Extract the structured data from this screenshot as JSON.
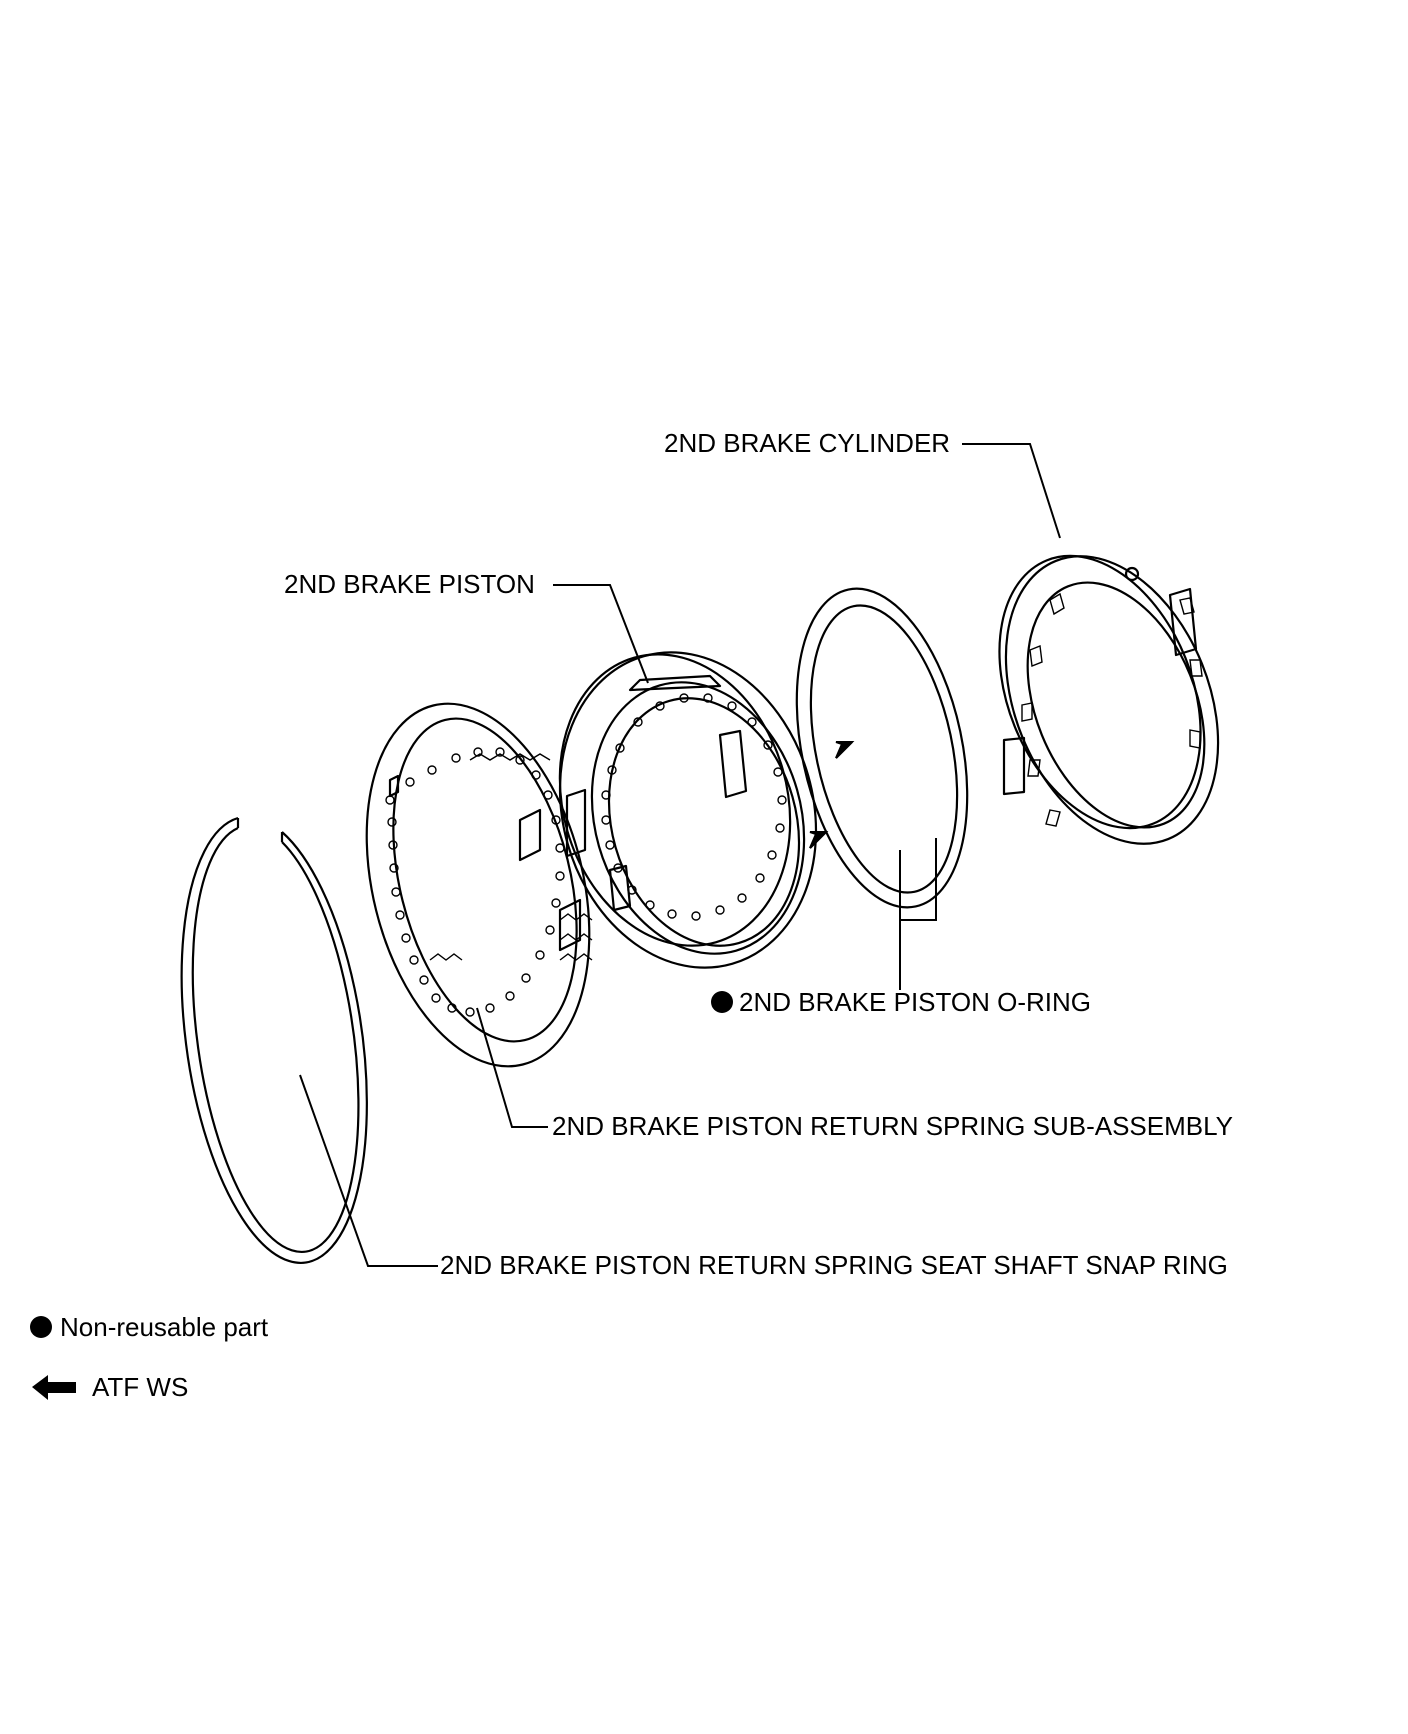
{
  "labels": {
    "cylinder": "2ND BRAKE CYLINDER",
    "piston": "2ND BRAKE PISTON",
    "o_ring": "2ND BRAKE PISTON O-RING",
    "return_spring": "2ND BRAKE PISTON RETURN SPRING SUB-ASSEMBLY",
    "snap_ring": "2ND BRAKE PISTON RETURN SPRING SEAT SHAFT SNAP RING"
  },
  "legend": {
    "non_reusable": "Non-reusable part",
    "atf": "ATF WS"
  },
  "icons": {
    "non_reusable": "filled-circle-icon",
    "atf": "left-arrow-icon"
  },
  "colors": {
    "line": "#000000",
    "background": "#ffffff"
  }
}
